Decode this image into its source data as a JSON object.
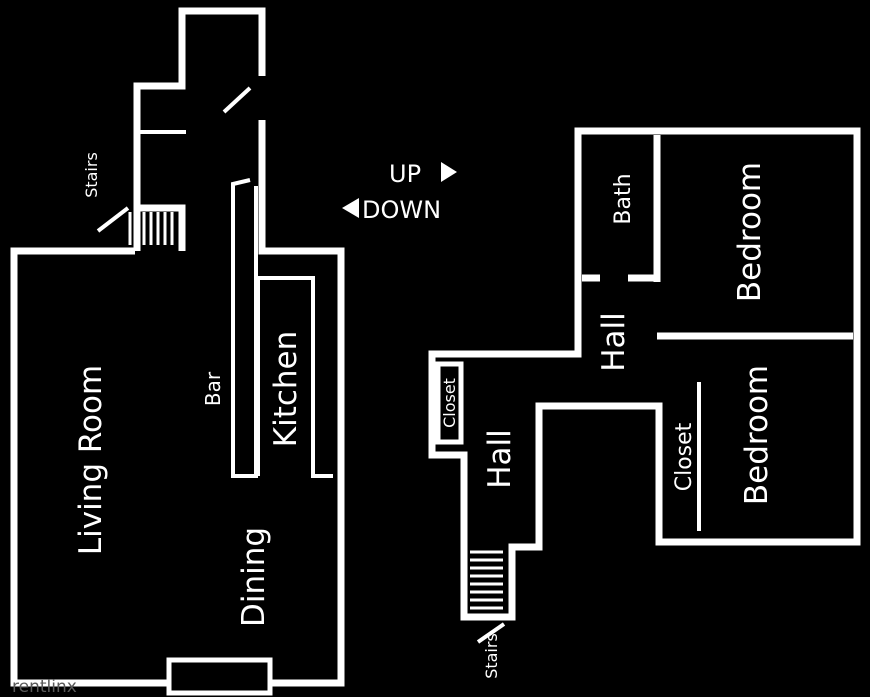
{
  "labels": {
    "stairs_left": "Stairs",
    "living_room": "Living Room",
    "bar": "Bar",
    "kitchen": "Kitchen",
    "dining": "Dining",
    "up": "UP",
    "down": "DOWN",
    "bath": "Bath",
    "bedroom_top": "Bedroom",
    "hall_upper": "Hall",
    "closet_left": "Closet",
    "hall_lower": "Hall",
    "closet_right": "Closet",
    "bedroom_bottom": "Bedroom",
    "stairs_right": "Stairs"
  },
  "watermark": "rentlinx",
  "colors": {
    "background": "#000000",
    "walls": "#ffffff",
    "text": "#ffffff"
  }
}
